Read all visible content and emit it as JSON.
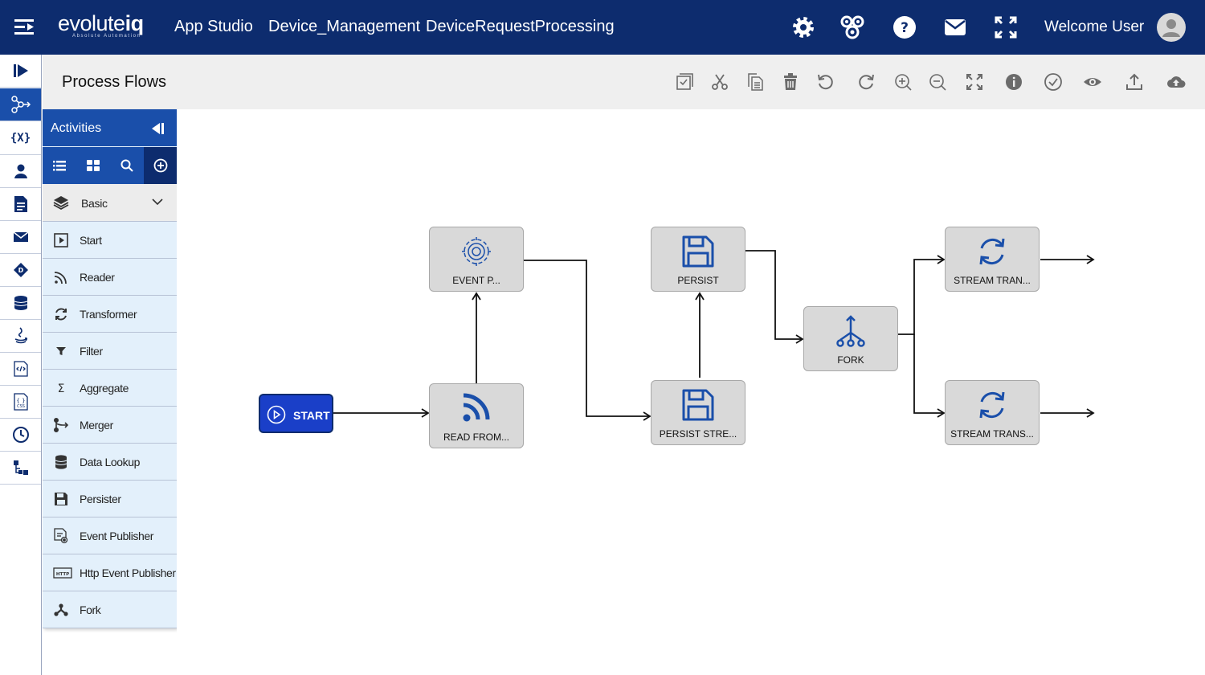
{
  "header": {
    "logo_prefix": "evolute",
    "logo_suffix": "iq",
    "logo_tagline": "Absolute Automation",
    "app": "App Studio",
    "project": "Device_Management",
    "flow": "DeviceRequestProcessing",
    "icons": [
      "settings-icon",
      "integrations-icon",
      "help-icon",
      "mail-icon",
      "fullscreen-icon"
    ],
    "welcome": "Welcome User"
  },
  "rail": {
    "items": [
      {
        "name": "run-icon"
      },
      {
        "name": "process-flow-icon",
        "active": true
      },
      {
        "name": "variables-icon",
        "text": "{X}"
      },
      {
        "name": "users-icon"
      },
      {
        "name": "document-icon"
      },
      {
        "name": "mail-icon"
      },
      {
        "name": "decision-icon"
      },
      {
        "name": "database-icon"
      },
      {
        "name": "java-icon"
      },
      {
        "name": "script-icon"
      },
      {
        "name": "css-icon"
      },
      {
        "name": "clock-icon"
      },
      {
        "name": "hierarchy-icon"
      }
    ]
  },
  "page": {
    "title": "Process Flows"
  },
  "toolbar": {
    "icons": [
      "select-all-icon",
      "cut-icon",
      "copy-icon",
      "delete-icon",
      "undo-icon",
      "redo-icon",
      "zoom-in-icon",
      "zoom-out-icon",
      "fit-screen-icon",
      "info-icon",
      "validate-icon",
      "preview-icon",
      "export-icon",
      "deploy-icon"
    ]
  },
  "activities": {
    "title": "Activities",
    "tabs": [
      "list-view-icon",
      "grid-view-icon",
      "search-icon",
      "add-icon"
    ],
    "category": "Basic",
    "items": [
      {
        "label": "Start",
        "icon": "start-icon"
      },
      {
        "label": "Reader",
        "icon": "reader-icon"
      },
      {
        "label": "Transformer",
        "icon": "transformer-icon"
      },
      {
        "label": "Filter",
        "icon": "filter-icon"
      },
      {
        "label": "Aggregate",
        "icon": "sigma-icon"
      },
      {
        "label": "Merger",
        "icon": "merger-icon"
      },
      {
        "label": "Data Lookup",
        "icon": "database-icon"
      },
      {
        "label": "Persister",
        "icon": "save-icon"
      },
      {
        "label": "Event Publisher",
        "icon": "event-publisher-icon"
      },
      {
        "label": "Http Event Publisher",
        "icon": "http-icon"
      },
      {
        "label": "Fork",
        "icon": "fork-icon"
      }
    ]
  },
  "flow": {
    "start": "START",
    "nodes": {
      "event": {
        "label": "EVENT P...",
        "icon": "event-gear-icon"
      },
      "read": {
        "label": "READ FROM...",
        "icon": "rss-icon"
      },
      "persist": {
        "label": "PERSIST",
        "icon": "floppy-icon"
      },
      "persist_stream": {
        "label": "PERSIST STRE...",
        "icon": "floppy-icon"
      },
      "fork": {
        "label": "FORK",
        "icon": "fork-icon"
      },
      "stream1": {
        "label": "STREAM TRAN...",
        "icon": "refresh-icon"
      },
      "stream2": {
        "label": "STREAM TRANS...",
        "icon": "refresh-icon"
      }
    }
  },
  "colors": {
    "header": "#0d2c6e",
    "accent": "#1a4faa",
    "start": "#1a3fc8",
    "node": "#d9d9d9",
    "panel": "#e3f0fb"
  }
}
